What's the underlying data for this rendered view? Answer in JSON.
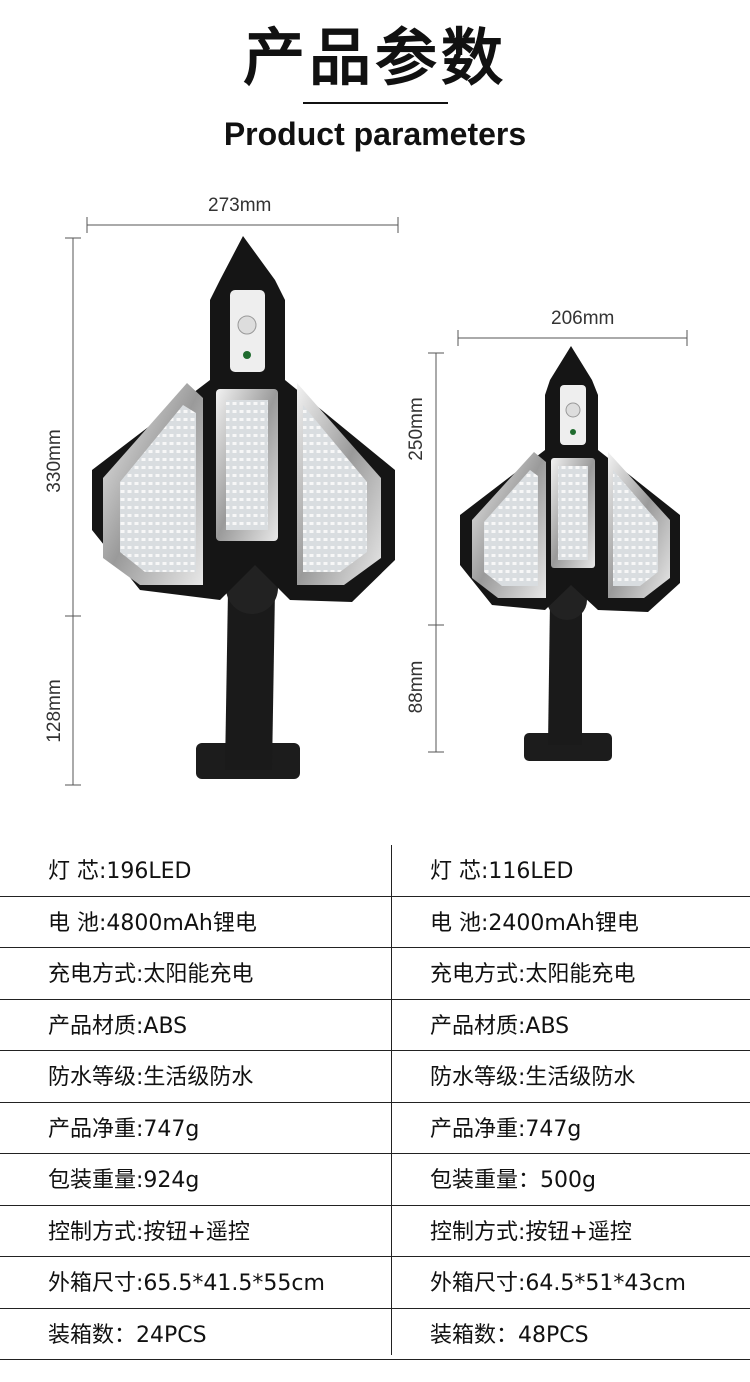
{
  "header": {
    "title_cn": "产品参数",
    "title_en": "Product parameters"
  },
  "dimensions": {
    "large": {
      "width": "273mm",
      "head_height": "330mm",
      "arm_height": "128mm"
    },
    "small": {
      "width": "206mm",
      "head_height": "250mm",
      "arm_height": "88mm"
    }
  },
  "specs": {
    "left": [
      "灯    芯:196LED",
      "电    池:4800mAh锂电",
      "充电方式:太阳能充电",
      "产品材质:ABS",
      "防水等级:生活级防水",
      "产品净重:747g",
      "包装重量:924g",
      "控制方式:按钮+遥控",
      "外箱尺寸:65.5*41.5*55cm",
      "装箱数：24PCS"
    ],
    "right": [
      "灯    芯:116LED",
      "电    池:2400mAh锂电",
      "充电方式:太阳能充电",
      "产品材质:ABS",
      "防水等级:生活级防水",
      "产品净重:747g",
      "包装重量：500g",
      "控制方式:按钮+遥控",
      "外箱尺寸:64.5*51*43cm",
      "装箱数：48PCS"
    ]
  }
}
